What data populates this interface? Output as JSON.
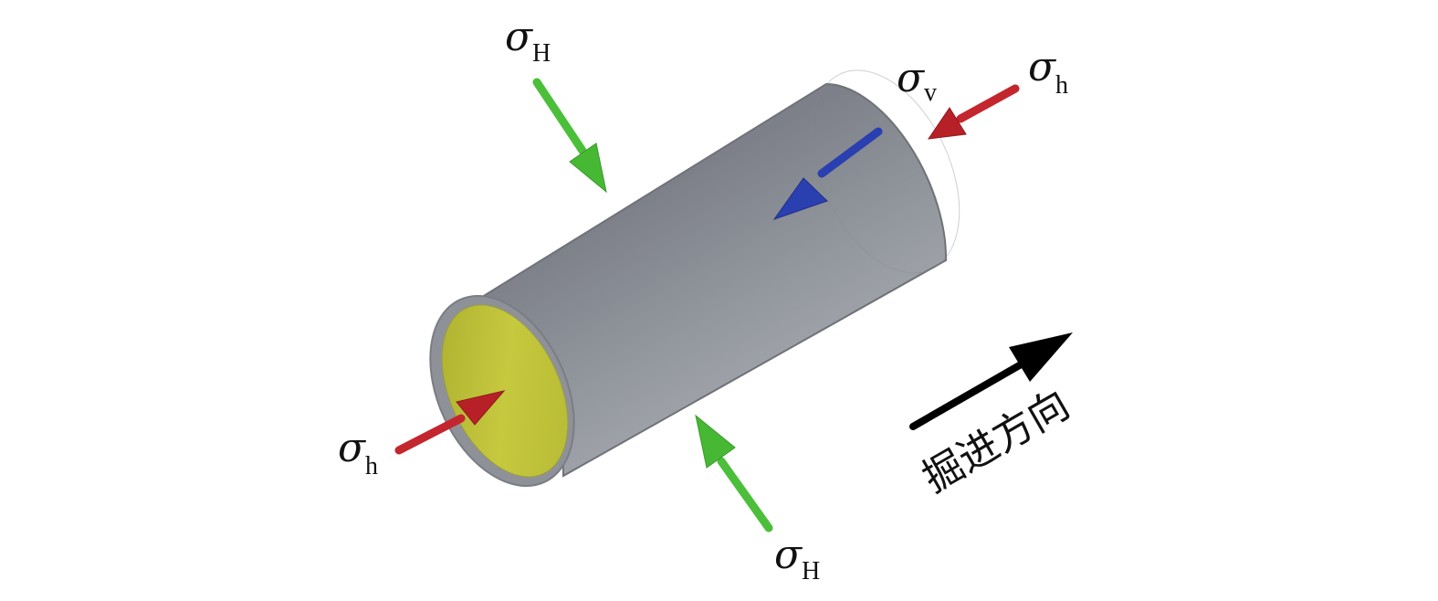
{
  "diagram": {
    "stresses": {
      "top_left_H": {
        "symbol": "σ",
        "subscript": "H"
      },
      "bottom_H": {
        "symbol": "σ",
        "subscript": "H"
      },
      "top_v": {
        "symbol": "σ",
        "subscript": "v"
      },
      "top_right_h": {
        "symbol": "σ",
        "subscript": "h"
      },
      "bottom_left_h": {
        "symbol": "σ",
        "subscript": "h"
      }
    },
    "direction_label": "掘进方向",
    "colors": {
      "tunnel_body": "#8a8d94",
      "tunnel_face": "#c2c53a",
      "sigma_H_arrow": "#4cbf3a",
      "sigma_h_arrow": "#c4262e",
      "sigma_v_arrow": "#2a3fb0",
      "direction_arrow": "#000000"
    }
  }
}
